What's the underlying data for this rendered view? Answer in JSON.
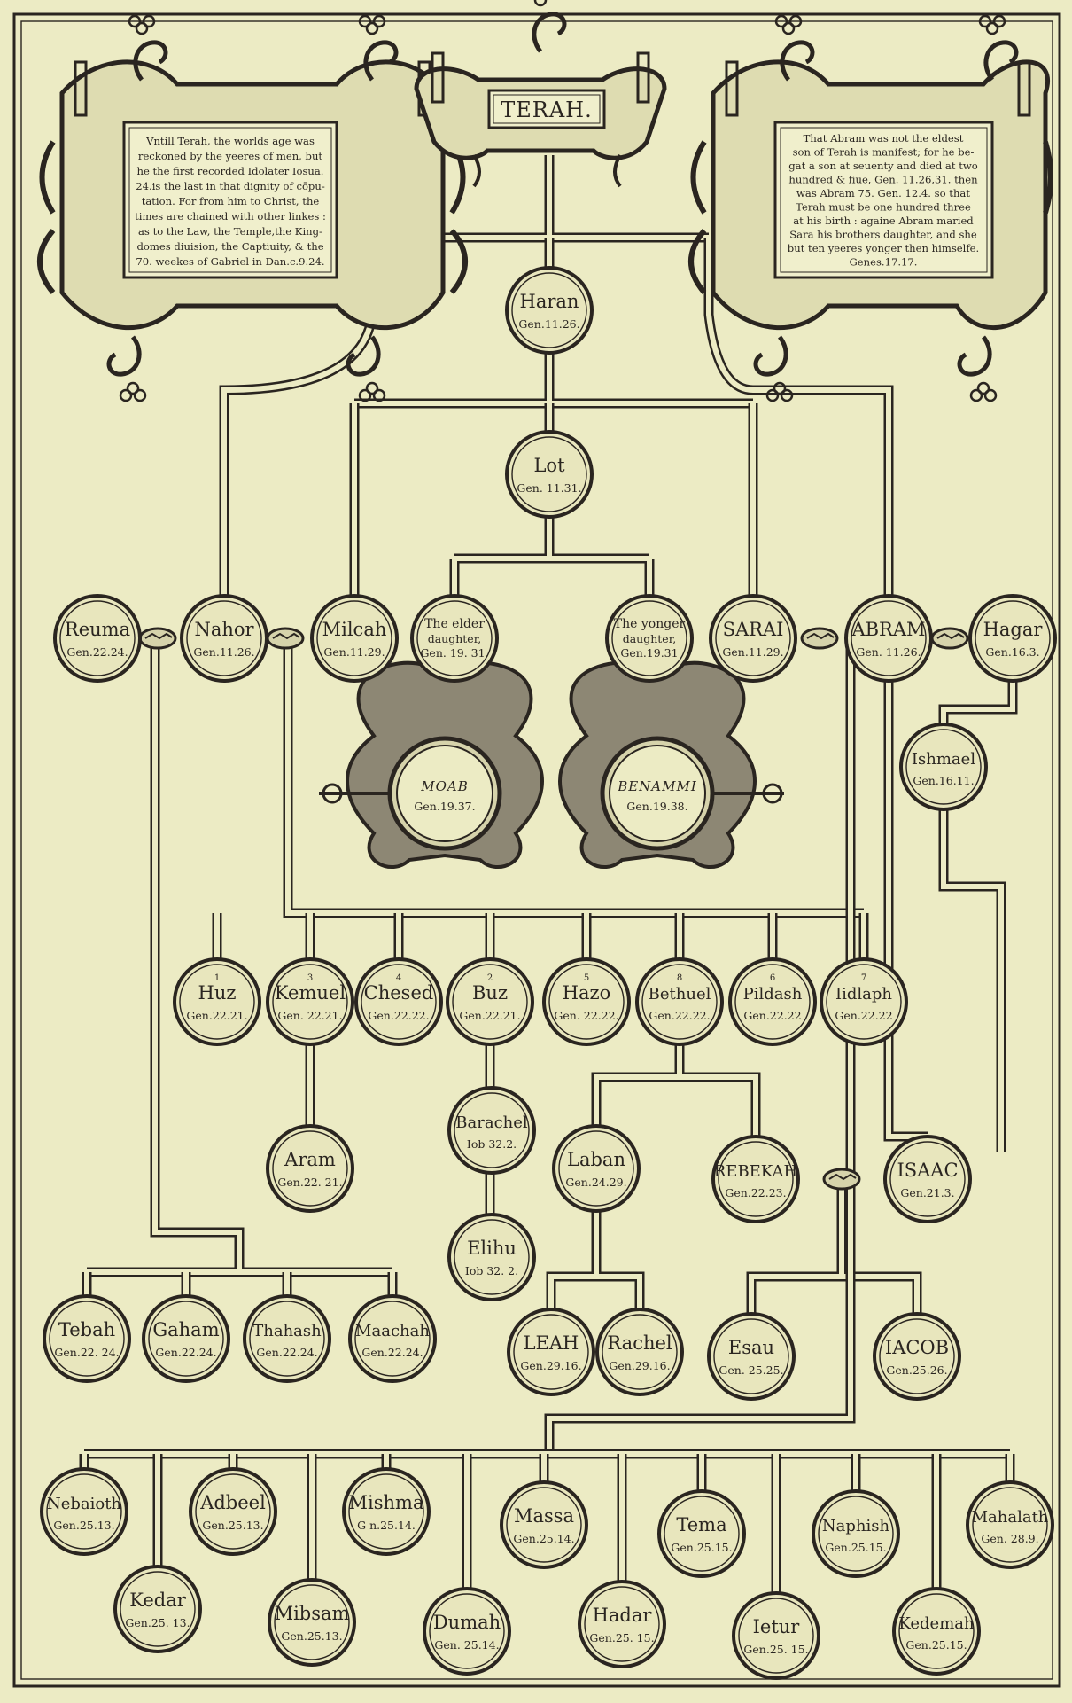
{
  "colors": {
    "paper": "#ecebc4",
    "ink": "#2a2520",
    "node_fill": "#e8e6bd",
    "medal_fill": "#8d8774"
  },
  "title": "TERAH.",
  "left_note": [
    "Vntill Terah, the worlds age was",
    "reckoned by the yeeres of men, but",
    "he the first recorded Idolater Iosua.",
    "24.is the last in that dignity of cōpu-",
    "tation. For from him to Christ, the",
    "times are chained with other linkes :",
    "as to the Law, the Temple,the King-",
    "domes diuision, the Captiuity, & the",
    "70. weekes of Gabriel in Dan.c.9.24."
  ],
  "right_note": [
    "That Abram was not the eldest",
    "son of Terah is manifest; for he be-",
    "gat a son at seuenty and died at two",
    "hundred & fiue, Gen. 11.26,31. then",
    "was Abram 75. Gen. 12.4. so that",
    "Terah must be one hundred three",
    "at his birth : againe Abram maried",
    "Sara his brothers daughter, and she",
    "but ten yeeres yonger then himselfe.",
    "Genes.17.17."
  ],
  "nodes": {
    "haran": {
      "name": "Haran",
      "ref": "Gen.11.26."
    },
    "lot": {
      "name": "Lot",
      "ref": "Gen. 11.31."
    },
    "reuma": {
      "name": "Reuma",
      "ref": "Gen.22.24."
    },
    "nahor": {
      "name": "Nahor",
      "ref": "Gen.11.26."
    },
    "milcah": {
      "name": "Milcah",
      "ref": "Gen.11.29."
    },
    "elder": {
      "name": "The elder",
      "name2": "daughter,",
      "ref": "Gen. 19. 31."
    },
    "younger": {
      "name": "The yonger",
      "name2": "daughter,",
      "ref": "Gen.19.31"
    },
    "sarai": {
      "name": "SARAI",
      "ref": "Gen.11.29."
    },
    "abram": {
      "name": "ABRAM",
      "ref": "Gen. 11.26."
    },
    "hagar": {
      "name": "Hagar",
      "ref": "Gen.16.3."
    },
    "ishmael": {
      "name": "Ishmael",
      "ref": "Gen.16.11."
    },
    "moab": {
      "name": "MOAB",
      "ref": "Gen.19.37."
    },
    "benammi": {
      "name": "BENAMMI",
      "ref": "Gen.19.38."
    },
    "huz": {
      "name": "Huz",
      "ref": "Gen.22.21.",
      "num": "1"
    },
    "kemuel": {
      "name": "Kemuel",
      "ref": "Gen. 22.21.",
      "num": "3"
    },
    "chesed": {
      "name": "Chesed",
      "ref": "Gen.22.22.",
      "num": "4"
    },
    "buz": {
      "name": "Buz",
      "ref": "Gen.22.21.",
      "num": "2"
    },
    "hazo": {
      "name": "Hazo",
      "ref": "Gen. 22.22.",
      "num": "5"
    },
    "bethuel": {
      "name": "Bethuel",
      "ref": "Gen.22.22.",
      "num": "8"
    },
    "pildash": {
      "name": "Pildash",
      "ref": "Gen.22.22",
      "num": "6"
    },
    "iidlaph": {
      "name": "Iidlaph",
      "ref": "Gen.22.22",
      "num": "7"
    },
    "barachel": {
      "name": "Barachel",
      "ref": "Iob 32.2."
    },
    "aram": {
      "name": "Aram",
      "ref": "Gen.22. 21."
    },
    "laban": {
      "name": "Laban",
      "ref": "Gen.24.29."
    },
    "rebekah": {
      "name": "REBEKAH",
      "ref": "Gen.22.23."
    },
    "isaac": {
      "name": "ISAAC",
      "ref": "Gen.21.3."
    },
    "elihu": {
      "name": "Elihu",
      "ref": "Iob 32. 2."
    },
    "tebah": {
      "name": "Tebah",
      "ref": "Gen.22. 24."
    },
    "gaham": {
      "name": "Gaham",
      "ref": "Gen.22.24."
    },
    "thahash": {
      "name": "Thahash",
      "ref": "Gen.22.24."
    },
    "maachah": {
      "name": "Maachah",
      "ref": "Gen.22.24."
    },
    "leah": {
      "name": "LEAH",
      "ref": "Gen.29.16."
    },
    "rachel": {
      "name": "Rachel",
      "ref": "Gen.29.16."
    },
    "esau": {
      "name": "Esau",
      "ref": "Gen. 25.25."
    },
    "iacob": {
      "name": "IACOB",
      "ref": "Gen.25.26."
    },
    "nebaioth": {
      "name": "Nebaioth",
      "ref": "Gen.25.13."
    },
    "adbeel": {
      "name": "Adbeel",
      "ref": "Gen.25.13."
    },
    "mishma": {
      "name": "Mishma",
      "ref": "G n.25.14."
    },
    "massa": {
      "name": "Massa",
      "ref": "Gen.25.14."
    },
    "tema": {
      "name": "Tema",
      "ref": "Gen.25.15."
    },
    "naphish": {
      "name": "Naphish",
      "ref": "Gen.25.15."
    },
    "mahalath": {
      "name": "Mahalath",
      "ref": "Gen. 28.9."
    },
    "kedar": {
      "name": "Kedar",
      "ref": "Gen.25. 13."
    },
    "mibsam": {
      "name": "Mibsam",
      "ref": "Gen.25.13."
    },
    "dumah": {
      "name": "Dumah",
      "ref": "Gen. 25.14."
    },
    "hadar": {
      "name": "Hadar",
      "ref": "Gen.25. 15."
    },
    "ietur": {
      "name": "Ietur",
      "ref": "Gen.25. 15."
    },
    "kedemah": {
      "name": "Kedemah",
      "ref": "Gen.25.15."
    }
  }
}
